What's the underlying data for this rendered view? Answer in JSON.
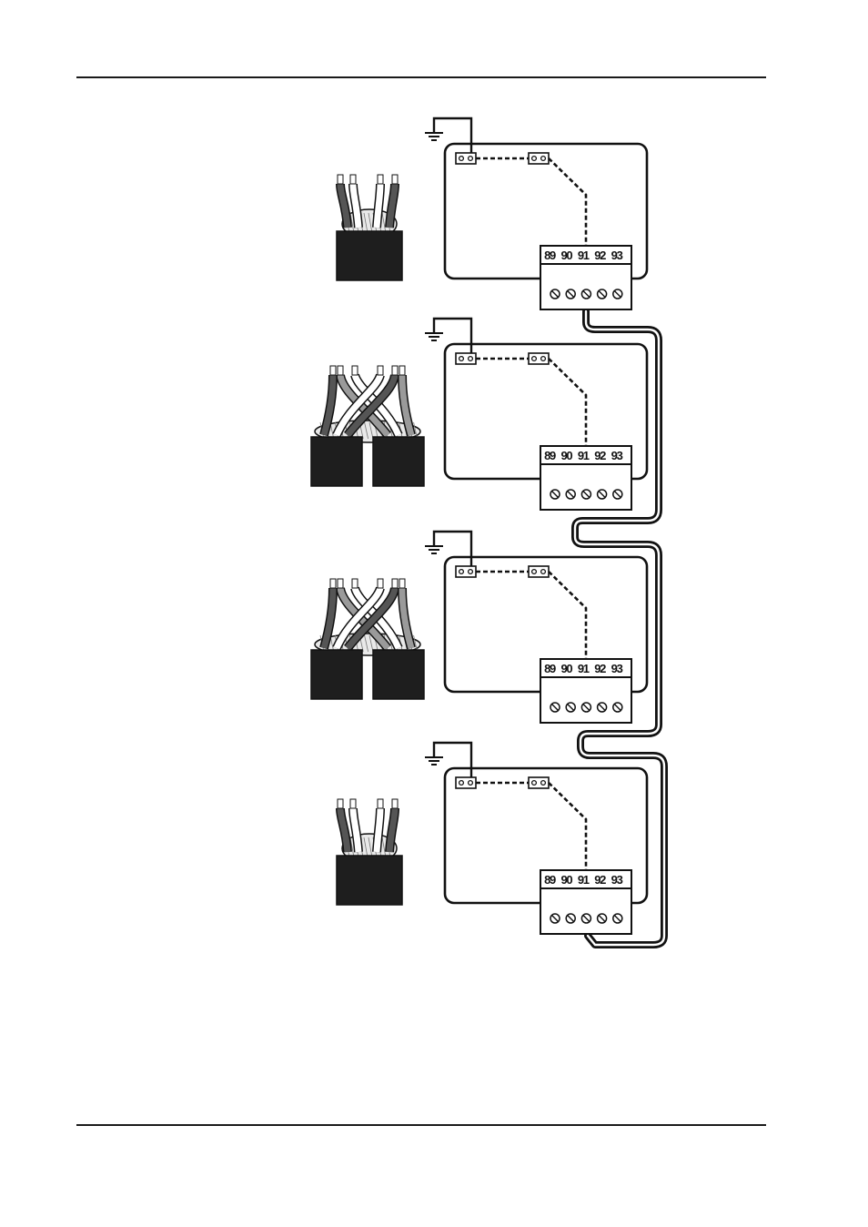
{
  "figure": {
    "units": [
      {
        "id": "unit-1",
        "cable": "single-cable",
        "terminal_labels": [
          "89",
          "90",
          "91",
          "92",
          "93"
        ]
      },
      {
        "id": "unit-2",
        "cable": "double-cable",
        "terminal_labels": [
          "89",
          "90",
          "91",
          "92",
          "93"
        ]
      },
      {
        "id": "unit-3",
        "cable": "double-cable",
        "terminal_labels": [
          "89",
          "90",
          "91",
          "92",
          "93"
        ]
      },
      {
        "id": "unit-4",
        "cable": "single-cable",
        "terminal_labels": [
          "89",
          "90",
          "91",
          "92",
          "93"
        ]
      }
    ],
    "colors": {
      "line": "#111111",
      "cable_jacket": "#1e1e1e",
      "wire_dark": "#555555",
      "wire_mid": "#9a9a9a",
      "wire_light": "#ffffff"
    },
    "icons": [
      "ground-icon",
      "jumper-icon",
      "terminal-screw-icon",
      "cable-icon"
    ]
  }
}
